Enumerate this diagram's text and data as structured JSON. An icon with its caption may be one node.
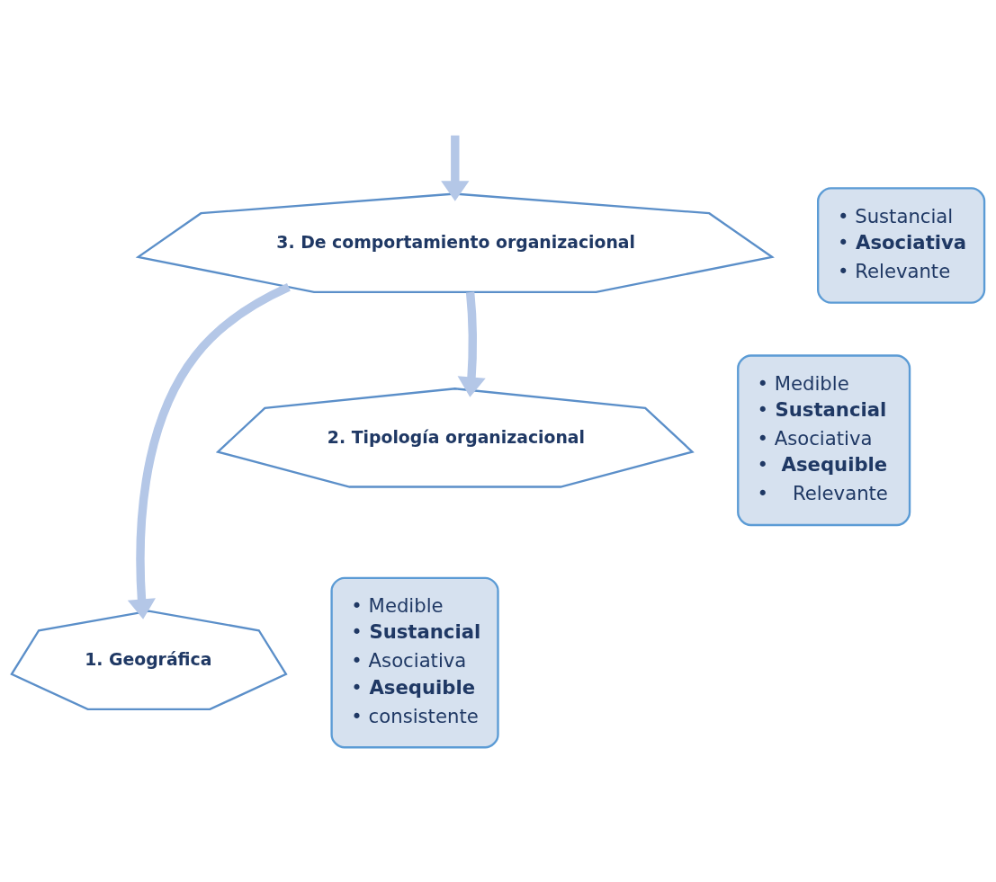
{
  "diagram": {
    "nodes": [
      {
        "text": [
          "1. Geográfica"
        ]
      },
      {
        "text": [
          "• Medible",
          "• **Sustancial**",
          "• Asociativa",
          "• **Asequible**",
          "• consistente"
        ]
      },
      {
        "text": [
          "2. Tipología organizacional"
        ]
      },
      {
        "text": [
          "• Medible",
          "• **Sustancial**",
          "• Asociativa",
          "•  **Asequible**",
          "•    Relevante"
        ]
      },
      {
        "text": [
          "3. De comportamiento organizacional"
        ]
      },
      {
        "text": [
          "• Sustancial",
          "• **Asociativa**",
          "• Relevante"
        ]
      }
    ],
    "edges": [
      {
        "from": 4,
        "to": 0,
        "arrow": "to"
      },
      {
        "from": 4,
        "to": 2,
        "arrow": "to"
      },
      {
        "from": null,
        "to": 4,
        "arrow": "to"
      }
    ]
  }
}
